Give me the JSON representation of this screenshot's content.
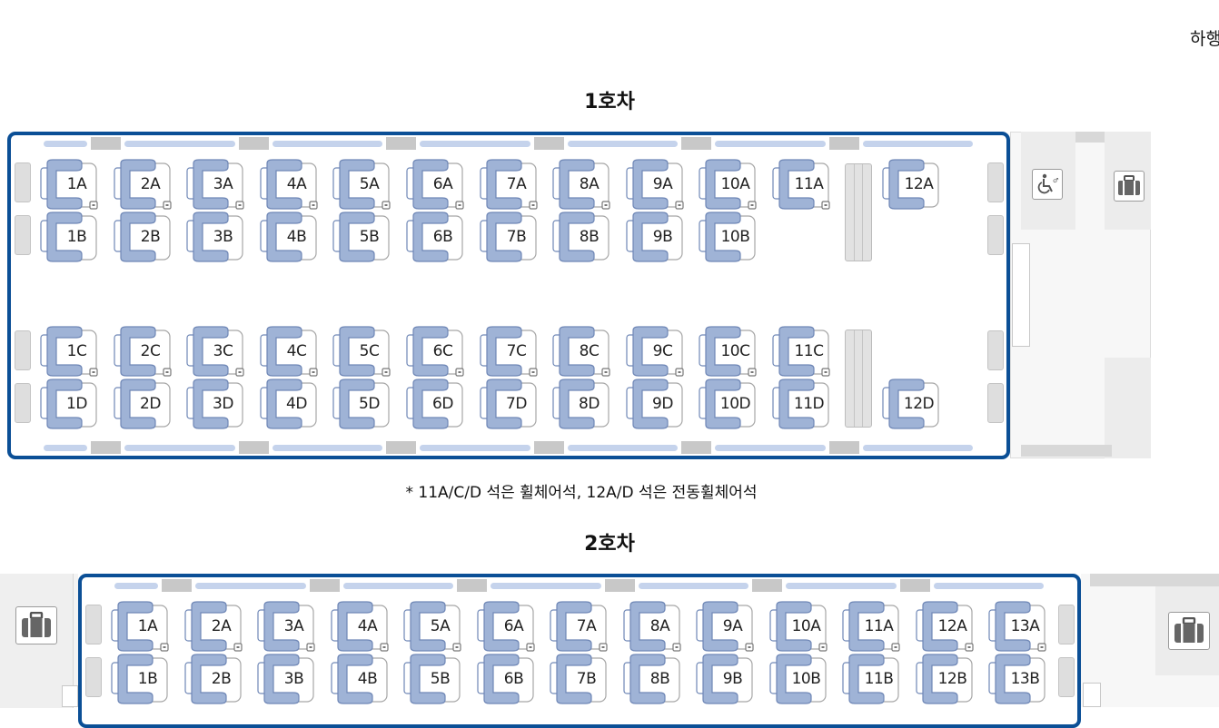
{
  "direction_label": "하행",
  "car1": {
    "title": "1호차",
    "note": "* 11A/C/D 석은 휠체어석, 12A/D 석은 전동휠체어석",
    "rows": {
      "A": [
        "1A",
        "2A",
        "3A",
        "4A",
        "5A",
        "6A",
        "7A",
        "8A",
        "9A",
        "10A",
        "11A"
      ],
      "B": [
        "1B",
        "2B",
        "3B",
        "4B",
        "5B",
        "6B",
        "7B",
        "8B",
        "9B",
        "10B"
      ],
      "C": [
        "1C",
        "2C",
        "3C",
        "4C",
        "5C",
        "6C",
        "7C",
        "8C",
        "9C",
        "10C",
        "11C"
      ],
      "D": [
        "1D",
        "2D",
        "3D",
        "4D",
        "5D",
        "6D",
        "7D",
        "8D",
        "9D",
        "10D",
        "11D"
      ]
    },
    "wheelchair_seats": {
      "A": "12A",
      "D": "12D"
    },
    "icons": [
      "wheelchair-restroom-icon",
      "luggage-icon"
    ]
  },
  "car2": {
    "title": "2호차",
    "rows": {
      "A": [
        "1A",
        "2A",
        "3A",
        "4A",
        "5A",
        "6A",
        "7A",
        "8A",
        "9A",
        "10A",
        "11A",
        "12A",
        "13A"
      ],
      "B": [
        "1B",
        "2B",
        "3B",
        "4B",
        "5B",
        "6B",
        "7B",
        "8B",
        "9B",
        "10B",
        "11B",
        "12B",
        "13B"
      ]
    },
    "icons": [
      "luggage-icon",
      "luggage-icon"
    ]
  },
  "colors": {
    "frame": "#0b4f96",
    "seat_fill": "#9fb3d6",
    "seat_stroke": "#6f87b6",
    "window": "#c5d3ec"
  }
}
